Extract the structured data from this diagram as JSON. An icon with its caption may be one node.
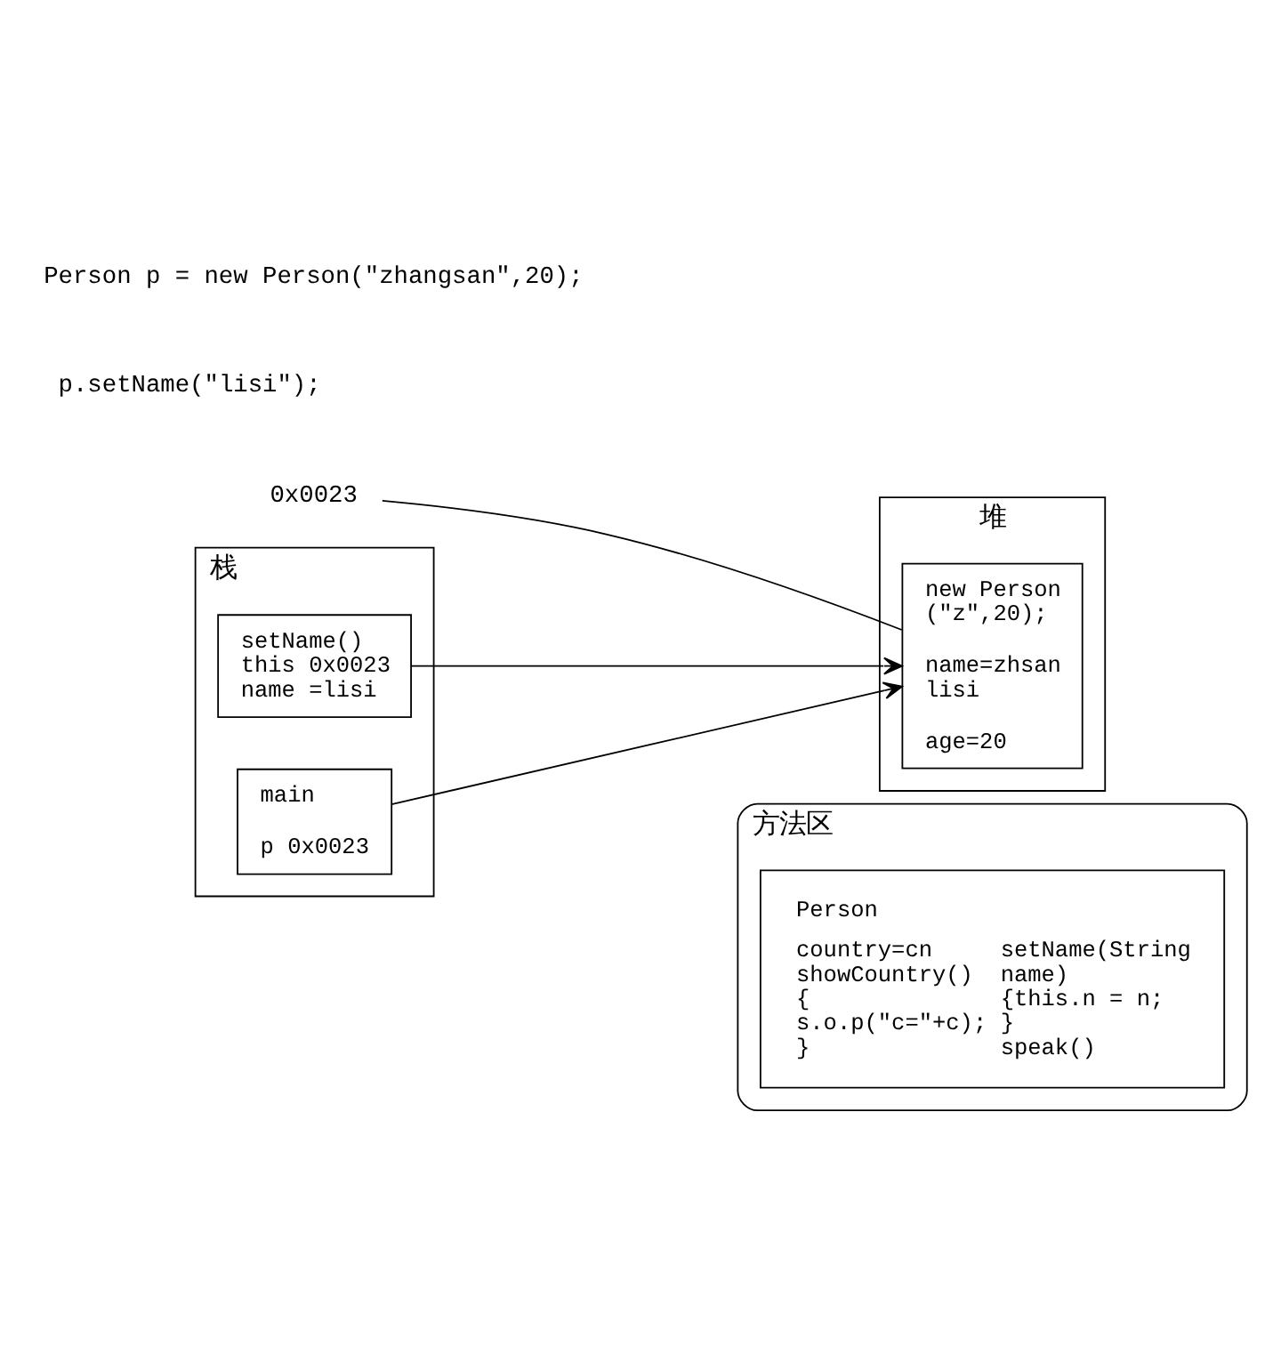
{
  "diagram": {
    "nodes": [
      {
        "text": [
          "栈"
        ]
      },
      {
        "text": [
          "setName()",
          "this 0x0023",
          "name =lisi"
        ],
        "in": 0
      },
      {
        "text": [
          "main",
          "p 0x0023"
        ],
        "in": 0
      },
      {
        "text": [
          "堆"
        ]
      },
      {
        "text": [
          "new Person (\"z\",20);",
          "name=zhsan lisi",
          "age=20"
        ],
        "in": 3
      },
      {
        "text": [
          "0x0023"
        ]
      },
      {
        "text": [
          "方法区"
        ]
      },
      {
        "text": [
          "Person",
          "country=cn",
          "showCountry() { s.o.p(\"c=\"+c); }",
          "setName(String name) {this.n = n; }",
          "speak()"
        ],
        "in": 6
      }
    ],
    "edges": [
      {
        "from": 1,
        "to": 4,
        "arrow": "to"
      },
      {
        "from": 2,
        "to": 4,
        "arrow": "to"
      },
      {
        "from": 5,
        "to": 4,
        "arrow": "none"
      }
    ],
    "labels": [
      "Person p = new Person(\"zhangsan\",20);",
      "p.setName(\"lisi\");"
    ]
  }
}
